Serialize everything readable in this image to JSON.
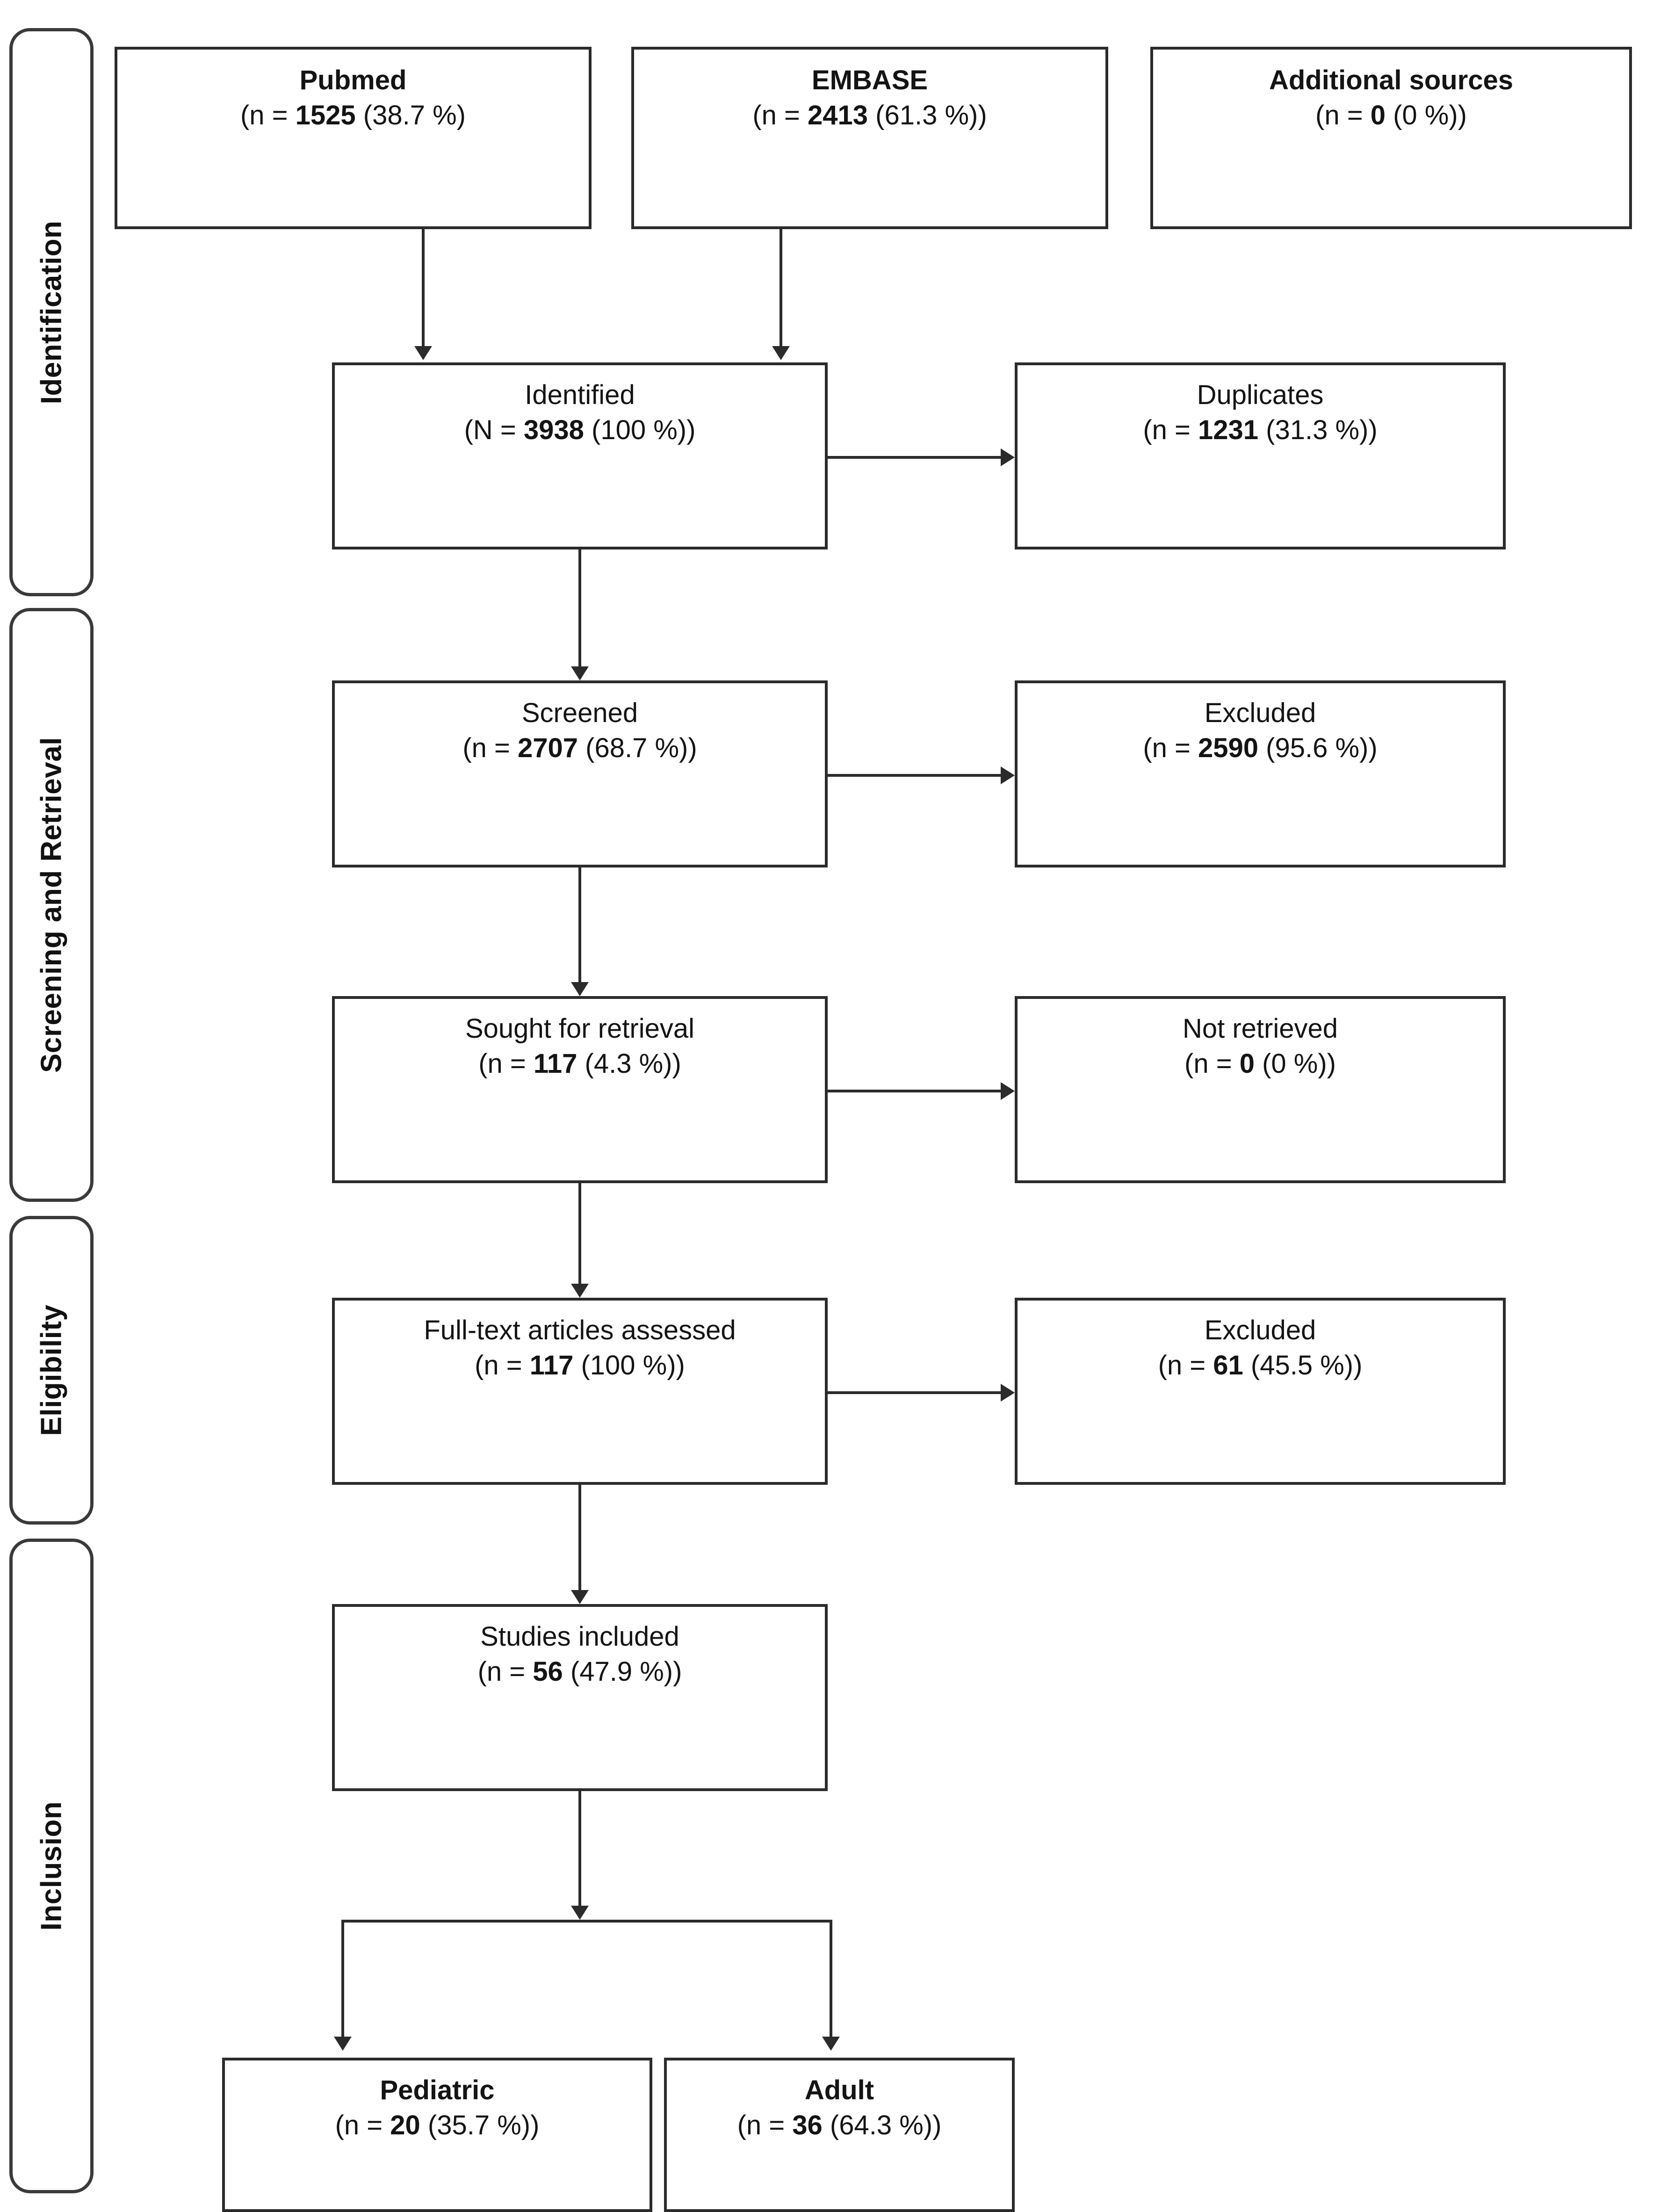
{
  "diagram": {
    "type": "prisma-flow-diagram",
    "stages": [
      {
        "id": "identification",
        "label": "Identification"
      },
      {
        "id": "screening",
        "label": "Screening and Retrieval"
      },
      {
        "id": "eligibility",
        "label": "Eligibility"
      },
      {
        "id": "inclusion",
        "label": "Inclusion"
      }
    ],
    "sources": [
      {
        "id": "pubmed",
        "title": "Pubmed",
        "count_prefix": "(n = ",
        "count": "1525",
        "percent": " (38.7 %)"
      },
      {
        "id": "embase",
        "title": "EMBASE",
        "count_prefix": "(n = ",
        "count": "2413",
        "percent": " (61.3 %))"
      },
      {
        "id": "additional-sources",
        "title": "Additional sources",
        "count_prefix": "(n = ",
        "count": "0",
        "percent": " (0 %))"
      }
    ],
    "flow": [
      {
        "id": "identified",
        "title": "Identified",
        "count_prefix": "(N = ",
        "count": "3938",
        "percent": " (100 %))"
      },
      {
        "id": "screened",
        "title": "Screened",
        "count_prefix": "(n = ",
        "count": "2707",
        "percent": " (68.7 %))"
      },
      {
        "id": "sought-for-retrieval",
        "title": "Sought for retrieval",
        "count_prefix": "(n = ",
        "count": "117",
        "percent": " (4.3 %))"
      },
      {
        "id": "full-text-assessed",
        "title": "Full-text articles assessed",
        "count_prefix": "(n = ",
        "count": "117",
        "percent": " (100 %))"
      },
      {
        "id": "studies-included",
        "title": "Studies included",
        "count_prefix": "(n = ",
        "count": "56",
        "percent": " (47.9 %))"
      }
    ],
    "exclusions": [
      {
        "id": "duplicates",
        "title": "Duplicates",
        "count_prefix": "(n = ",
        "count": "1231",
        "percent": " (31.3 %))"
      },
      {
        "id": "excluded-screening",
        "title": "Excluded",
        "count_prefix": "(n = ",
        "count": "2590",
        "percent": " (95.6 %))"
      },
      {
        "id": "not-retrieved",
        "title": "Not retrieved",
        "count_prefix": "(n = ",
        "count": "0",
        "percent": " (0 %))"
      },
      {
        "id": "excluded-eligibility",
        "title": "Excluded",
        "count_prefix": "(n = ",
        "count": "61",
        "percent": " (45.5 %))"
      }
    ],
    "outcomes": [
      {
        "id": "pediatric",
        "title": "Pediatric",
        "count_prefix": "(n = ",
        "count": "20",
        "percent": " (35.7 %))"
      },
      {
        "id": "adult",
        "title": "Adult",
        "count_prefix": "(n = ",
        "count": "36",
        "percent": " (64.3 %))"
      }
    ],
    "colors": {
      "line": "#2b2b2b",
      "stage_border": "#3a3a3a",
      "text": "#141414",
      "background": "#ffffff"
    }
  }
}
